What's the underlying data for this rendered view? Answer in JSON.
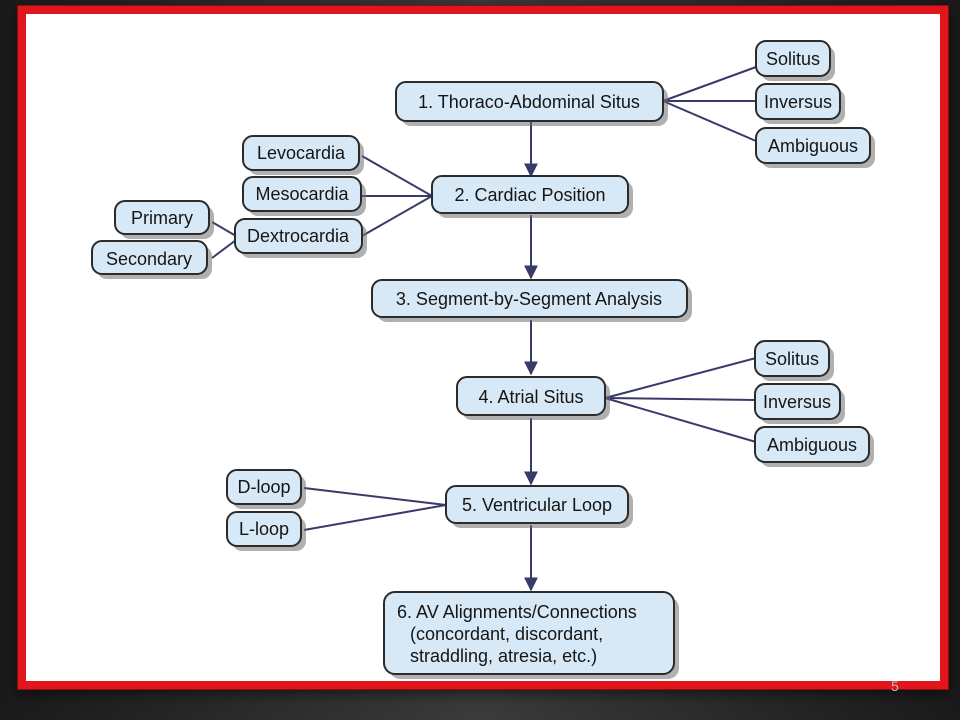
{
  "slide": {
    "page_number": "5",
    "frame_color": "#e0161c",
    "box_fill": "#d7e9f7",
    "connector_color": "#3a3a6a"
  },
  "nodes": {
    "thoraco": "1. Thoraco-Abdominal Situs",
    "situs_solitus": "Solitus",
    "situs_inversus": "Inversus",
    "situs_ambiguous": "Ambiguous",
    "cardiac_position": "2. Cardiac Position",
    "levocardia": "Levocardia",
    "mesocardia": "Mesocardia",
    "dextrocardia": "Dextrocardia",
    "primary": "Primary",
    "secondary": "Secondary",
    "segment_analysis": "3. Segment-by-Segment Analysis",
    "atrial_situs": "4. Atrial Situs",
    "atrial_solitus": "Solitus",
    "atrial_inversus": "Inversus",
    "atrial_ambiguous": "Ambiguous",
    "ventricular_loop": "5. Ventricular Loop",
    "d_loop": "D-loop",
    "l_loop": "L-loop",
    "av_line1": "6. AV Alignments/Connections",
    "av_line2": "(concordant, discordant,",
    "av_line3": "straddling, atresia, etc.)"
  }
}
